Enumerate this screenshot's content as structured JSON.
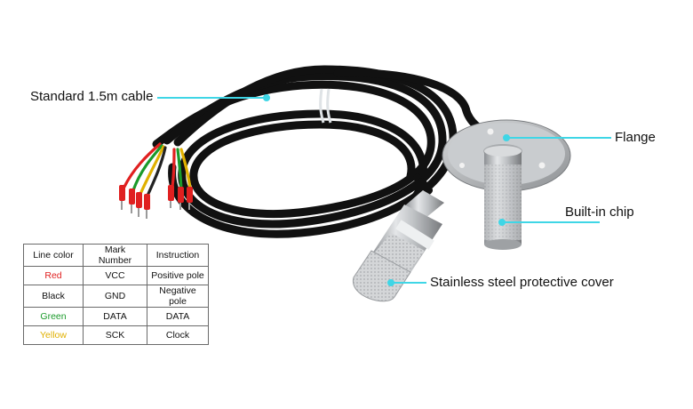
{
  "labels": {
    "cable": "Standard 1.5m cable",
    "flange": "Flange",
    "chip": "Built-in chip",
    "cover": "Stainless steel protective cover"
  },
  "table": {
    "headers": [
      "Line color",
      "Mark Number",
      "Instruction"
    ],
    "rows": [
      {
        "color_name": "Red",
        "color": "#e02020",
        "mark": "VCC",
        "instruction": "Positive pole"
      },
      {
        "color_name": "Black",
        "color": "#111111",
        "mark": "GND",
        "instruction": "Negative pole"
      },
      {
        "color_name": "Green",
        "color": "#1a9a2a",
        "mark": "DATA",
        "instruction": "DATA"
      },
      {
        "color_name": "Yellow",
        "color": "#e0b000",
        "mark": "SCK",
        "instruction": "Clock"
      }
    ]
  },
  "colors": {
    "callout_line": "#3fd6e6",
    "cable": "#111111"
  }
}
